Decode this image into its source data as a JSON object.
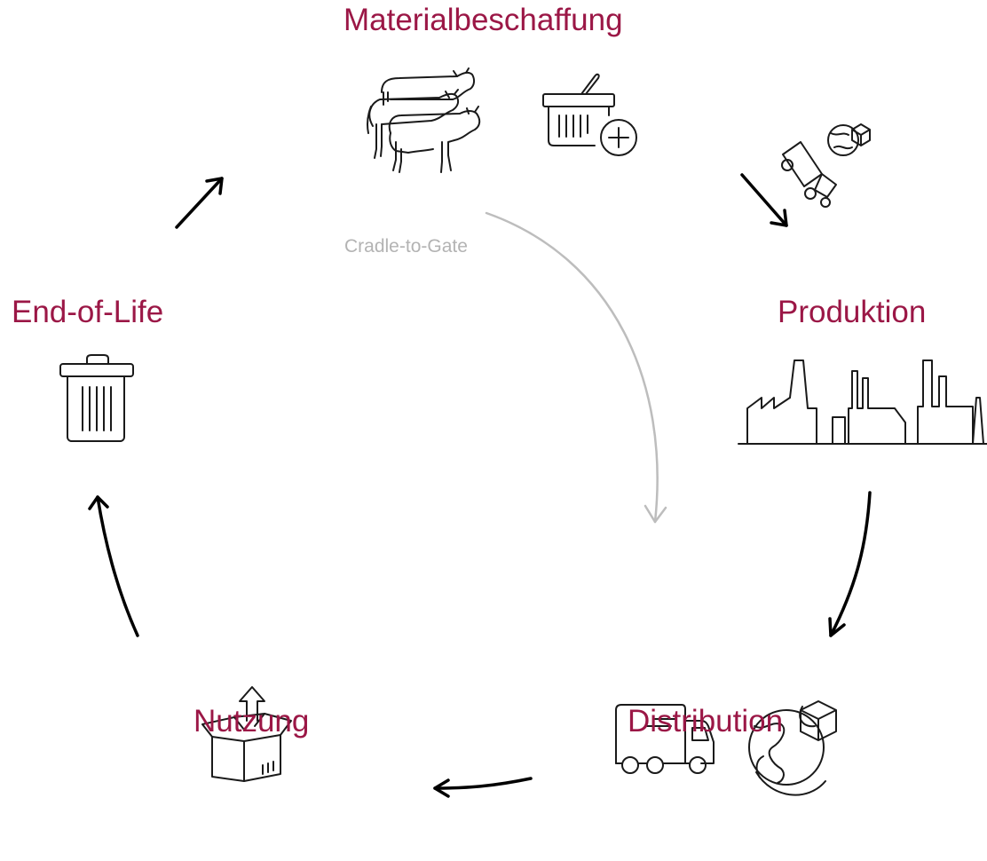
{
  "colors": {
    "title": "#9b1746",
    "subtle": "#b3b3b3",
    "arrow": "#000000",
    "icon": "#1a1a1a"
  },
  "stages": {
    "material": {
      "label": "Materialbeschaffung",
      "icons": [
        "cattle-icon",
        "shopping-basket-add-icon"
      ]
    },
    "production": {
      "label": "Produktion",
      "icons": [
        "factory-skyline-icon"
      ]
    },
    "distribution": {
      "label": "Distribution",
      "icons": [
        "delivery-truck-icon",
        "globe-package-icon"
      ]
    },
    "use": {
      "label": "Nutzung",
      "icons": [
        "open-box-icon"
      ]
    },
    "end_of_life": {
      "label": "End-of-Life",
      "icons": [
        "trash-bin-icon"
      ]
    }
  },
  "scope": {
    "label": "Cradle-to-Gate"
  },
  "transport": {
    "icons": [
      "truck-globe-icon"
    ]
  }
}
